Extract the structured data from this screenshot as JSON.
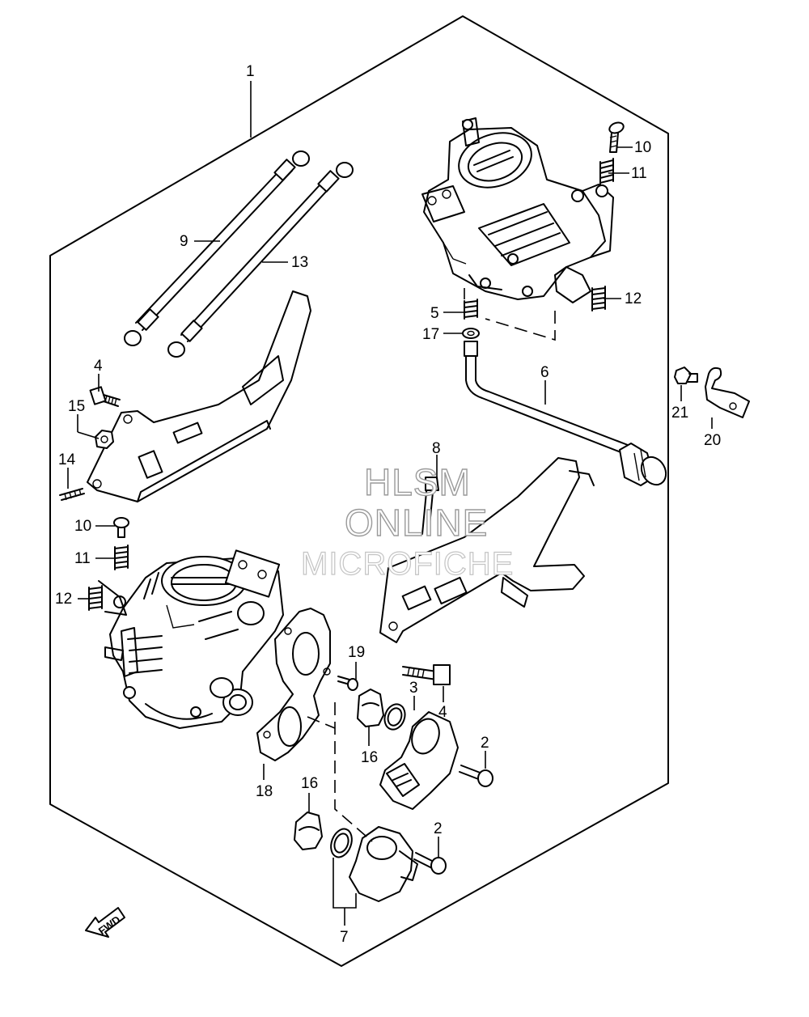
{
  "callouts": {
    "c1": "1",
    "c9": "9",
    "c13": "13",
    "c10a": "10",
    "c11a": "11",
    "c12a": "12",
    "c5": "5",
    "c17": "17",
    "c6": "6",
    "c21": "21",
    "c20": "20",
    "c4a": "4",
    "c15": "15",
    "c14": "14",
    "c8": "8",
    "c10b": "10",
    "c11b": "11",
    "c12b": "12",
    "c19": "19",
    "c3": "3",
    "c4b": "4",
    "c2a": "2",
    "c16a": "16",
    "c18": "18",
    "c16b": "16",
    "c2b": "2",
    "c7": "7"
  },
  "watermark": {
    "line1": "HLSM",
    "line2": "ONLINE",
    "line3": "MICROFICHE"
  },
  "fwd_label": "FWD",
  "colors": {
    "line": "#000000",
    "background": "#ffffff",
    "watermark_stroke": "#9a9a9a"
  }
}
